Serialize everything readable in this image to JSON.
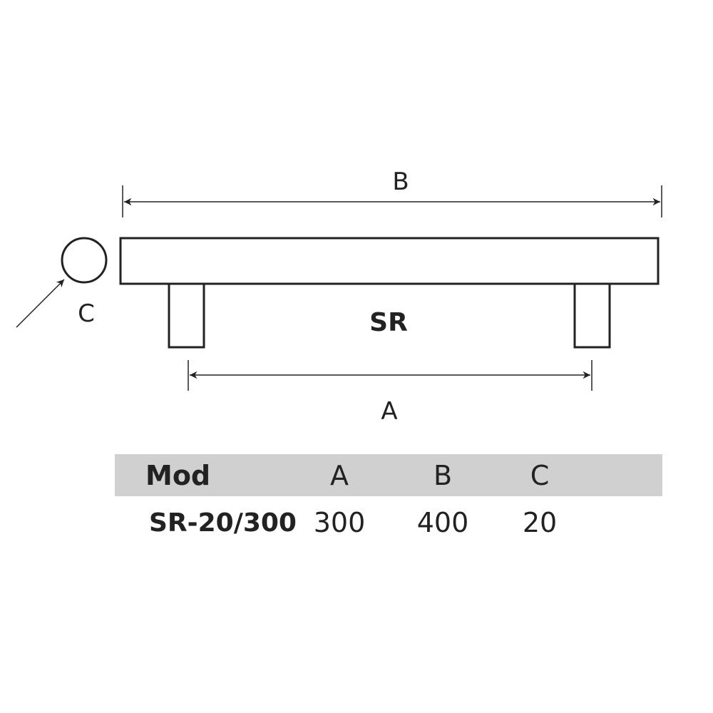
{
  "diagram": {
    "dimension_b_label": "B",
    "dimension_a_label": "A",
    "dimension_c_label": "C",
    "part_label": "SR"
  },
  "table": {
    "headers": {
      "mod": "Mod",
      "a": "A",
      "b": "B",
      "c": "C"
    },
    "rows": [
      {
        "mod": "SR-20/300",
        "a": "300",
        "b": "400",
        "c": "20"
      }
    ]
  },
  "colors": {
    "line": "#222222",
    "header_background": "#d0d0d0",
    "background": "#ffffff"
  }
}
